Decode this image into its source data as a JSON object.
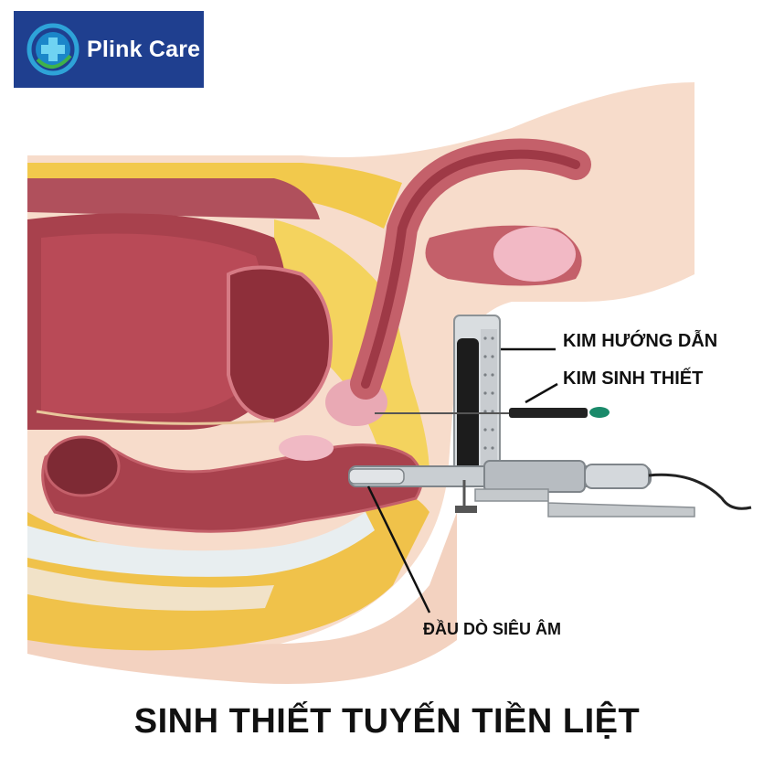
{
  "brand": {
    "name": "Plink Care",
    "icon": "medical-cross-icon",
    "bg_color": "#1f3f8f"
  },
  "labels": {
    "guide_needle": "KIM HƯỚNG DẪN",
    "biopsy_needle": "KIM SINH THIẾT",
    "ultrasound_probe": "ĐẦU DÒ SIÊU ÂM"
  },
  "caption": "SINH THIẾT TUYẾN TIỀN LIỆT",
  "colors": {
    "skin": "#f7dccb",
    "fat": "#f2c94c",
    "organ": "#a8414d",
    "organ_light": "#c4606a",
    "bone": "#e8eef0",
    "needle_tip": "#1a8a6a"
  }
}
